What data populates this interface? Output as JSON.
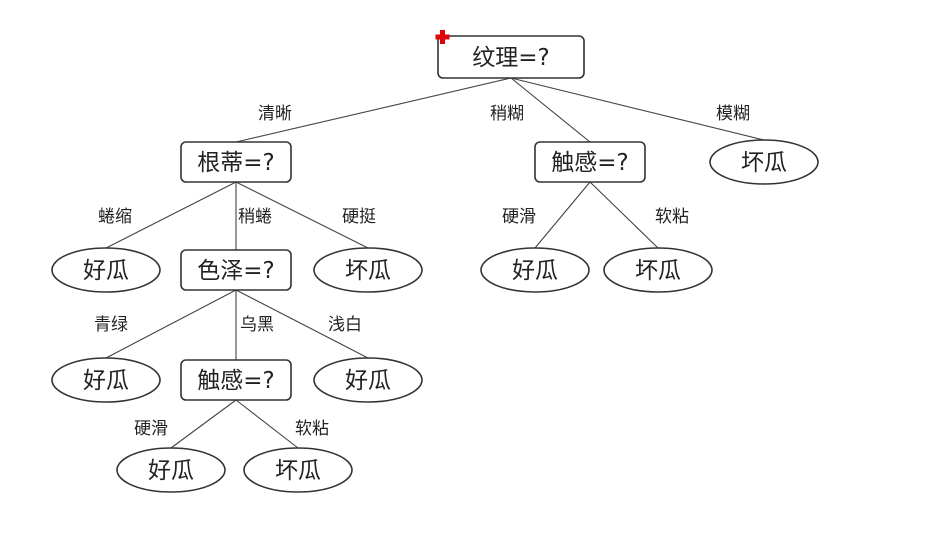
{
  "decision_tree": {
    "nodes": {
      "root": {
        "text": "纹理=?",
        "kind": "decision"
      },
      "n_gendi": {
        "text": "根蒂=?",
        "kind": "decision"
      },
      "n_chugan_right": {
        "text": "触感=?",
        "kind": "decision"
      },
      "leaf_mohu": {
        "text": "坏瓜",
        "kind": "leaf"
      },
      "leaf_quansuo": {
        "text": "好瓜",
        "kind": "leaf"
      },
      "n_sezhe": {
        "text": "色泽=?",
        "kind": "decision"
      },
      "leaf_yingting": {
        "text": "坏瓜",
        "kind": "leaf"
      },
      "leaf_right_yinghua": {
        "text": "好瓜",
        "kind": "leaf"
      },
      "leaf_right_ruannian": {
        "text": "坏瓜",
        "kind": "leaf"
      },
      "leaf_qinglv": {
        "text": "好瓜",
        "kind": "leaf"
      },
      "n_chugan_left": {
        "text": "触感=?",
        "kind": "decision"
      },
      "leaf_qianbai": {
        "text": "好瓜",
        "kind": "leaf"
      },
      "leaf_left_yinghua": {
        "text": "好瓜",
        "kind": "leaf"
      },
      "leaf_left_ruannian": {
        "text": "坏瓜",
        "kind": "leaf"
      }
    },
    "edges": [
      {
        "from": "root",
        "to": "n_gendi",
        "label": "清晰"
      },
      {
        "from": "root",
        "to": "n_chugan_right",
        "label": "稍糊"
      },
      {
        "from": "root",
        "to": "leaf_mohu",
        "label": "模糊"
      },
      {
        "from": "n_gendi",
        "to": "leaf_quansuo",
        "label": "蜷缩"
      },
      {
        "from": "n_gendi",
        "to": "n_sezhe",
        "label": "稍蜷"
      },
      {
        "from": "n_gendi",
        "to": "leaf_yingting",
        "label": "硬挺"
      },
      {
        "from": "n_chugan_right",
        "to": "leaf_right_yinghua",
        "label": "硬滑"
      },
      {
        "from": "n_chugan_right",
        "to": "leaf_right_ruannian",
        "label": "软粘"
      },
      {
        "from": "n_sezhe",
        "to": "leaf_qinglv",
        "label": "青绿"
      },
      {
        "from": "n_sezhe",
        "to": "n_chugan_left",
        "label": "乌黑"
      },
      {
        "from": "n_sezhe",
        "to": "leaf_qianbai",
        "label": "浅白"
      },
      {
        "from": "n_chugan_left",
        "to": "leaf_left_yinghua",
        "label": "硬滑"
      },
      {
        "from": "n_chugan_left",
        "to": "leaf_left_ruannian",
        "label": "软粘"
      }
    ]
  },
  "colors": {
    "marker": "#e0000a",
    "stroke": "#333333"
  },
  "icons": {
    "root_marker": "red-cross-icon"
  }
}
